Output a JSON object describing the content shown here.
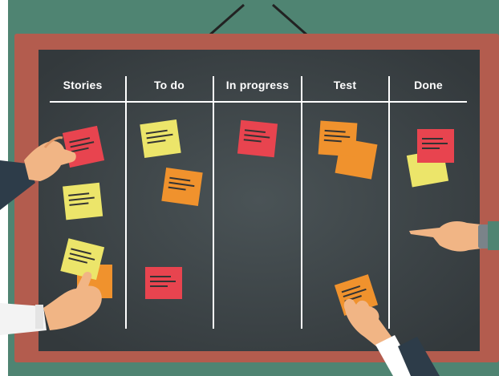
{
  "board": {
    "columns": [
      {
        "label": "Stories"
      },
      {
        "label": "To do"
      },
      {
        "label": "In progress"
      },
      {
        "label": "Test"
      },
      {
        "label": "Done"
      }
    ]
  },
  "colors": {
    "wall": "#4f8472",
    "frame": "#b35c4e",
    "board": "#3a4346",
    "line": "#ffffff",
    "note_red": "#e8444f",
    "note_yellow": "#ece56a",
    "note_orange": "#f0922d",
    "skin": "#f1b585",
    "sleeve_dark": "#2d3c49"
  },
  "icons": [
    "hand-icon",
    "pointing-hand-icon",
    "sticky-note-icon",
    "wire-icon"
  ]
}
